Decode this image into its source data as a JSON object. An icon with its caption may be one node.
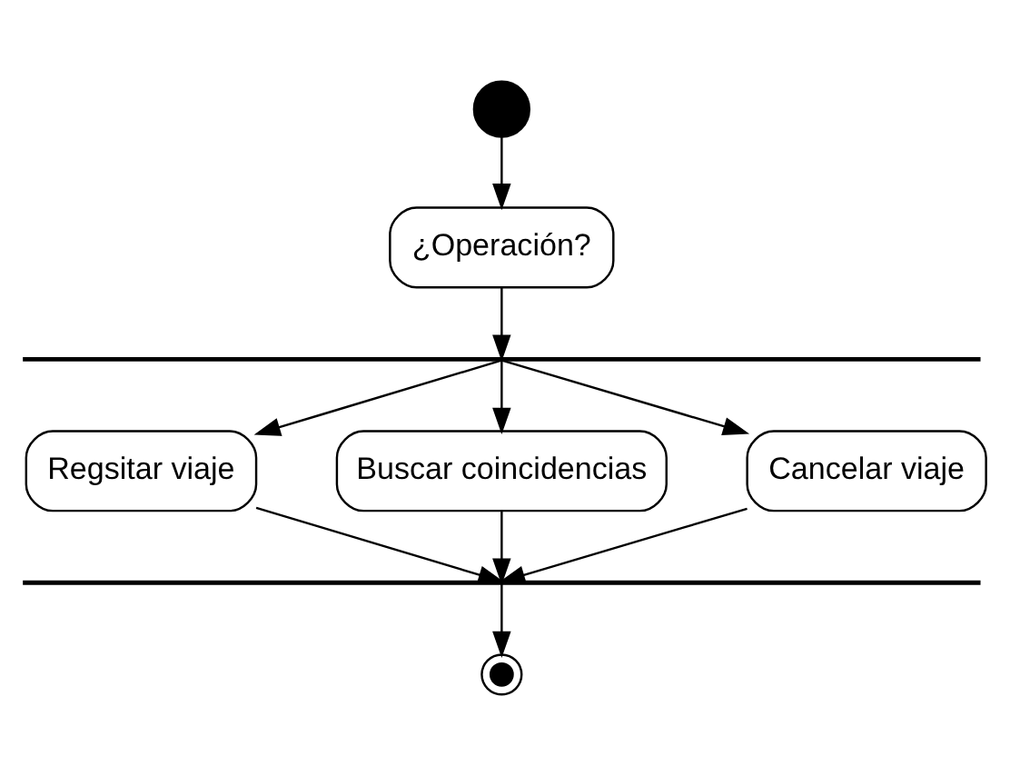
{
  "diagram": {
    "nodes": [
      {
        "text": [],
        "shape": "circle"
      },
      {
        "text": [
          "¿Operación?"
        ]
      },
      {
        "text": [],
        "shape": "bar"
      },
      {
        "text": [
          "Regsitar viaje"
        ]
      },
      {
        "text": [
          "Buscar coincidencias"
        ]
      },
      {
        "text": [
          "Cancelar viaje"
        ]
      },
      {
        "text": [],
        "shape": "bar"
      },
      {
        "text": [],
        "shape": "circle"
      }
    ],
    "edges": [
      {
        "from": 0,
        "to": 1,
        "arrow": "to"
      },
      {
        "from": 1,
        "to": 2,
        "arrow": "to"
      },
      {
        "from": 2,
        "to": 3,
        "arrow": "to"
      },
      {
        "from": 2,
        "to": 4,
        "arrow": "to"
      },
      {
        "from": 2,
        "to": 5,
        "arrow": "to"
      },
      {
        "from": 3,
        "to": 6,
        "arrow": "to"
      },
      {
        "from": 4,
        "to": 6,
        "arrow": "to"
      },
      {
        "from": 5,
        "to": 6,
        "arrow": "to"
      },
      {
        "from": 6,
        "to": 7,
        "arrow": "to"
      }
    ]
  }
}
